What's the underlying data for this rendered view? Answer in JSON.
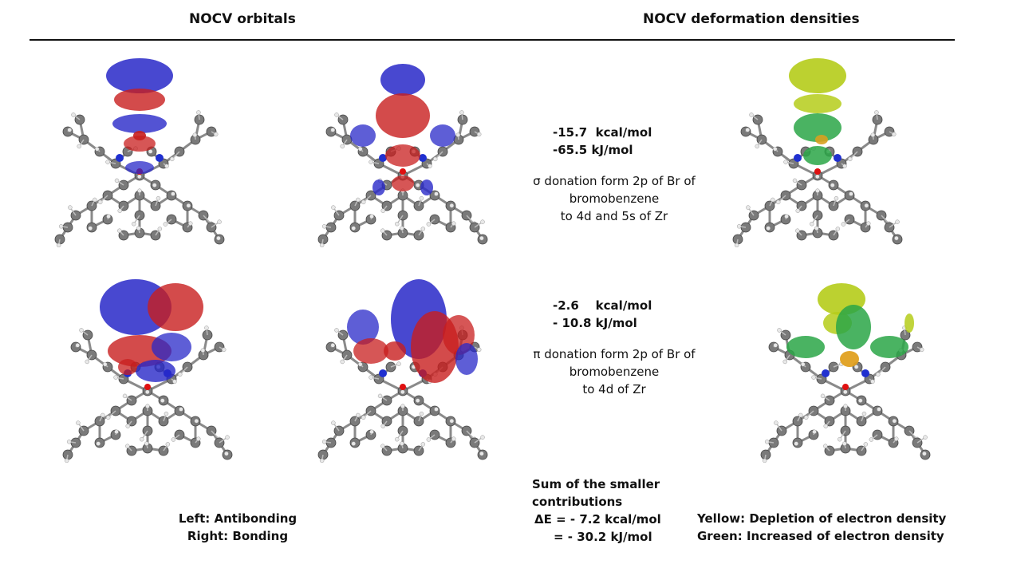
{
  "headers": {
    "left": "NOCV orbitals",
    "right": "NOCV deformation densities"
  },
  "row1": {
    "energy_kcal": "-15.7  kcal/mol",
    "energy_kj": "-65.5 kJ/mol",
    "desc_line1": "σ donation form 2p of Br of",
    "desc_line2": "bromobenzene",
    "desc_line3": "to 4d and 5s of Zr"
  },
  "row2": {
    "energy_kcal": "-2.6    kcal/mol",
    "energy_kj": "- 10.8 kJ/mol",
    "desc_line1": "π donation form 2p of Br of",
    "desc_line2": "bromobenzene",
    "desc_line3": "to 4d of Zr"
  },
  "sum": {
    "line1": "Sum of the smaller",
    "line2": "contributions",
    "line3": "ΔE = - 7.2 kcal/mol",
    "line4": "= - 30.2 kJ/mol"
  },
  "legend_orbitals": {
    "line1": "Left: Antibonding",
    "line2": "Right: Bonding"
  },
  "legend_density": {
    "line1": "Yellow: Depletion of electron density",
    "line2": "Green: Increased of electron density"
  },
  "colors": {
    "orbital_positive": "#c81e1e",
    "orbital_negative": "#2828c8",
    "density_depletion": "#b5cc1a",
    "density_increase": "#2aa646",
    "atom_carbon": "#7a7a7a",
    "atom_hydrogen": "#e8e8e8"
  }
}
